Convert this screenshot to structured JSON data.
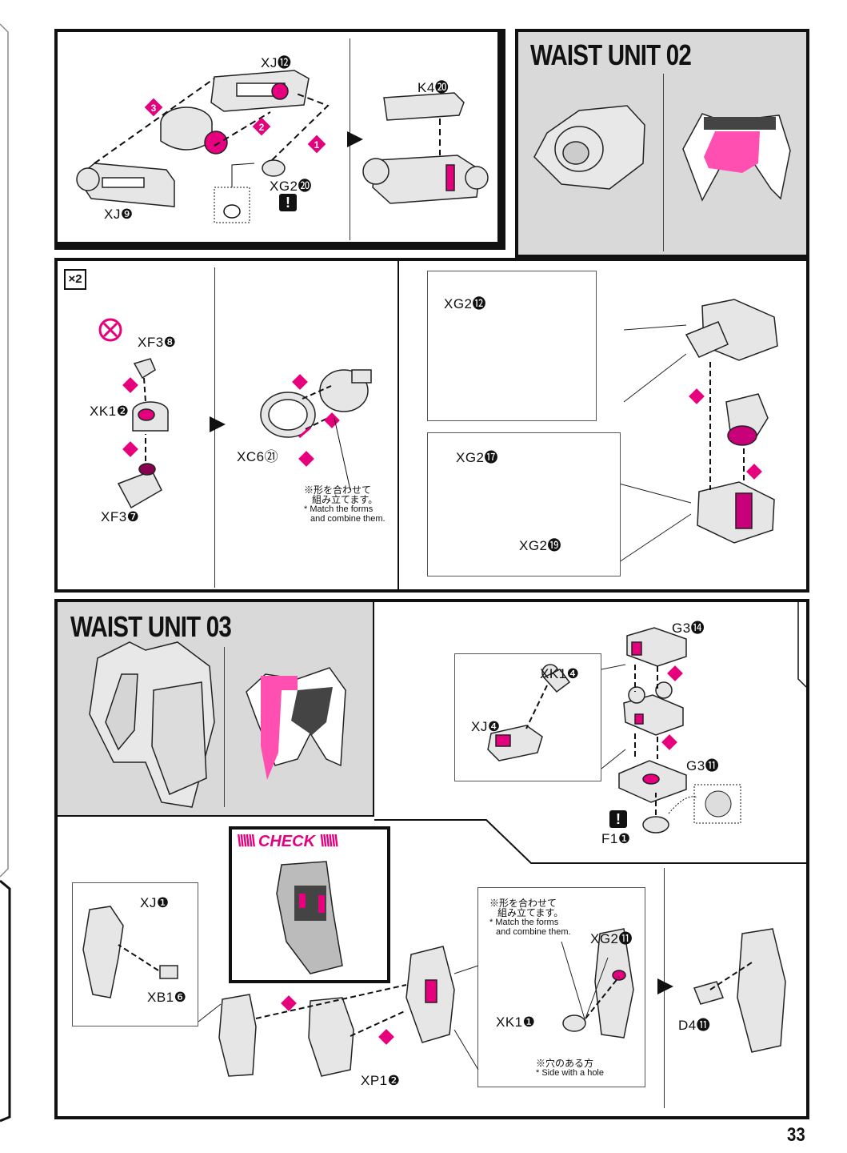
{
  "page_number": "33",
  "colors": {
    "accent": "#e6007e",
    "panel_gray": "#d9d9d9",
    "outline": "#111111"
  },
  "panel1": {
    "labels": {
      "xj12": "XJ⓬",
      "xj9": "XJ❾",
      "xg220": "XG2⓴",
      "k420": "K4⓴"
    }
  },
  "waist02": {
    "title": "WAIST UNIT 02"
  },
  "panel2": {
    "x2_badge": "×2",
    "labels": {
      "xf38": "XF3❽",
      "xk12": "XK1❷",
      "xf37": "XF3❼",
      "xc621": "XC6㉑",
      "xg212": "XG2⓬",
      "xg217": "XG2⓱",
      "xg219": "XG2⓳"
    },
    "note_jp_1": "※形を合わせて",
    "note_jp_2": "組み立てます。",
    "note_en_1": "* Match the forms",
    "note_en_2": "and combine them."
  },
  "waist03": {
    "title": "WAIST UNIT 03"
  },
  "panel3": {
    "labels": {
      "g314": "G3⓮",
      "xk14": "XK1❹",
      "xj4": "XJ❹",
      "g311": "G3⓫",
      "f11": "F1❶"
    }
  },
  "panel4": {
    "check_title": "CHECK",
    "labels": {
      "xj1": "XJ❶",
      "xb16": "XB1❻",
      "xp12": "XP1❷",
      "xg211": "XG2⓫",
      "xk11": "XK1❶",
      "d411": "D4⓫"
    },
    "note_jp_1": "※形を合わせて",
    "note_jp_2": "組み立てます。",
    "note_en_1": "* Match the forms",
    "note_en_2": "and combine them.",
    "hole_jp": "※穴のある方",
    "hole_en": "* Side with a hole"
  }
}
